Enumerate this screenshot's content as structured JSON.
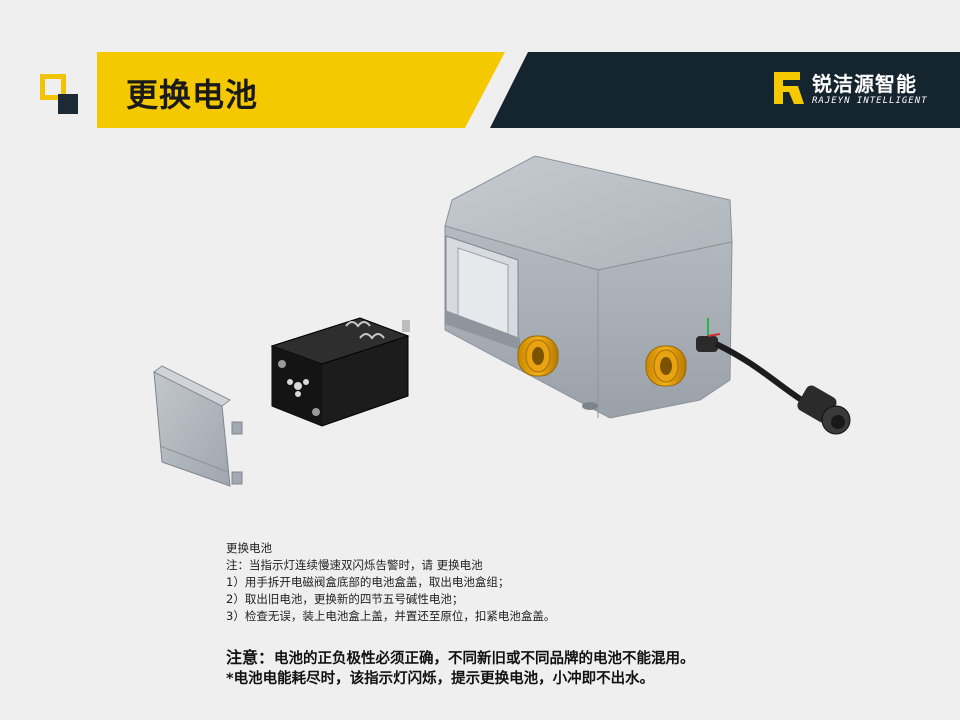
{
  "header": {
    "title": "更换电池",
    "brand_cn": "锐洁源智能",
    "brand_en": "RAJEYN INTELLIGENT",
    "colors": {
      "accent_yellow": "#f5c900",
      "dark_navy": "#14252f"
    }
  },
  "instructions": {
    "heading": "更换电池",
    "note": "注：当指示灯连续慢速双闪烁告警时，请 更换电池",
    "steps": [
      "1）用手拆开电磁阀盒底部的电池盒盖，取出电池盒组；",
      "2）取出旧电池，更换新的四节五号碱性电池；",
      "3）检查无误，装上电池盒上盖，并置还至原位，扣紧电池盒盖。"
    ]
  },
  "notice": {
    "lead": "注意：",
    "line1_rest": "电池的正负极性必须正确，不同新旧或不同品牌的电池不能混用。",
    "line2": "*电池电能耗尽时，该指示灯闪烁，提示更换电池，小冲即不出水。"
  }
}
